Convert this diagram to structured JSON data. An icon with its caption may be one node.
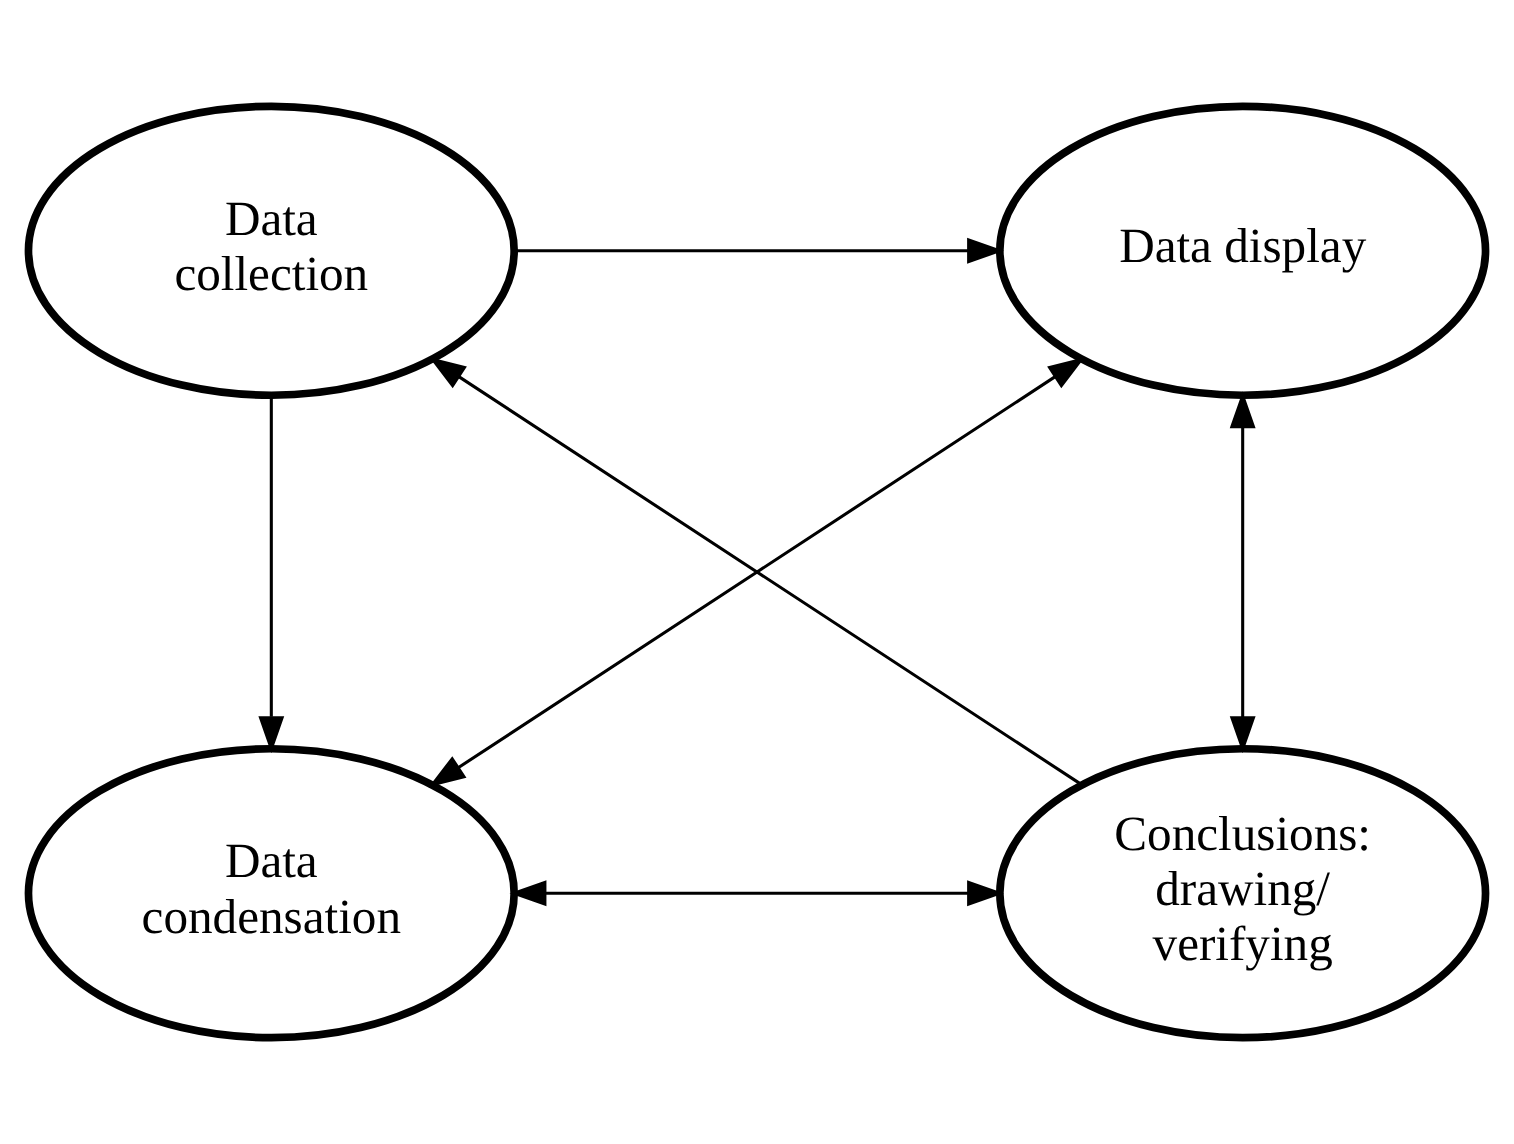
{
  "diagram": {
    "nodes": [
      {
        "text": [
          "Data collection"
        ]
      },
      {
        "text": [
          "Data display"
        ]
      },
      {
        "text": [
          "Data condensation"
        ]
      },
      {
        "text": [
          "Conclusions: drawing/ verifying"
        ]
      }
    ],
    "edges": [
      {
        "from": 0,
        "to": 1,
        "arrow": "to"
      },
      {
        "from": 0,
        "to": 2,
        "arrow": "to"
      },
      {
        "from": 1,
        "to": 3,
        "arrow": "both"
      },
      {
        "from": 2,
        "to": 3,
        "arrow": "both"
      },
      {
        "from": 2,
        "to": 1,
        "arrow": "both"
      },
      {
        "from": 3,
        "to": 0,
        "arrow": "to"
      }
    ]
  }
}
